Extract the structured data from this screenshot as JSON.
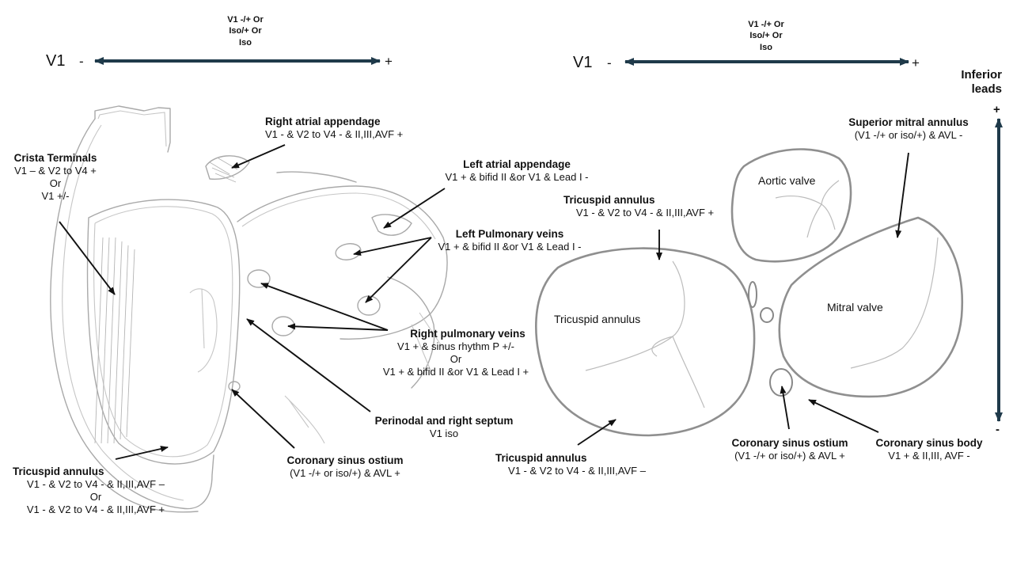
{
  "left_diagram": {
    "axis": {
      "lead_label": "V1",
      "minus_sign": "-",
      "plus_sign": "+",
      "center_note": [
        "V1 -/+ Or",
        "Iso/+ Or",
        "Iso"
      ]
    },
    "labels": {
      "right_atrial_appendage": {
        "title": "Right atrial appendage",
        "lines": [
          "V1 - & V2 to V4 - &  II,III,AVF +"
        ]
      },
      "crista_terminals": {
        "title": "Crista Terminals",
        "lines": [
          "V1 – & V2 to V4 +",
          "Or",
          "V1 +/-"
        ]
      },
      "left_atrial_appendage": {
        "title": "Left atrial appendage",
        "lines": [
          "V1 + & bifid II &or V1 & Lead I -"
        ]
      },
      "left_pulmonary_veins": {
        "title": "Left Pulmonary veins",
        "lines": [
          "V1 + & bifid II &or V1 & Lead I -"
        ]
      },
      "right_pulmonary_veins": {
        "title": "Right pulmonary veins",
        "lines": [
          "V1 + & sinus rhythm P +/-",
          "Or",
          "V1 + & bifid II &or V1 & Lead I +"
        ]
      },
      "perinodal_right_septum": {
        "title": "Perinodal and right septum",
        "lines": [
          "V1 iso"
        ]
      },
      "coronary_sinus_ostium": {
        "title": "Coronary sinus ostium",
        "lines": [
          "(V1 -/+ or iso/+) & AVL +"
        ]
      },
      "tricuspid_annulus": {
        "title": "Tricuspid annulus",
        "lines": [
          "V1 - & V2 to V4 - &  II,III,AVF –",
          "Or",
          "V1 - & V2 to V4 - &  II,III,AVF +"
        ]
      }
    }
  },
  "right_diagram": {
    "axis": {
      "lead_label": "V1",
      "minus_sign": "-",
      "plus_sign": "+",
      "center_note": [
        "V1 -/+ Or",
        "Iso/+ Or",
        "Iso"
      ]
    },
    "vertical_axis": {
      "title_lines": [
        "Inferior",
        "leads"
      ],
      "plus_sign": "+",
      "minus_sign": "-"
    },
    "structures": {
      "aortic_valve": "Aortic valve",
      "tricuspid_annulus": "Tricuspid annulus",
      "mitral_valve": "Mitral valve"
    },
    "labels": {
      "superior_mitral_annulus": {
        "title": "Superior mitral annulus",
        "lines": [
          "(V1 -/+ or iso/+) & AVL -"
        ]
      },
      "tricuspid_annulus_top": {
        "title": "Tricuspid annulus",
        "lines": [
          "V1 - & V2 to V4 - &  II,III,AVF +"
        ]
      },
      "tricuspid_annulus_bottom": {
        "title": "Tricuspid annulus",
        "lines": [
          "V1 - & V2 to V4 - &  II,III,AVF –"
        ]
      },
      "coronary_sinus_ostium": {
        "title": "Coronary sinus ostium",
        "lines": [
          "(V1 -/+ or iso/+) & AVL +"
        ]
      },
      "coronary_sinus_body": {
        "title": "Coronary sinus body",
        "lines": [
          "V1 + & II,III, AVF  -"
        ]
      }
    }
  },
  "colors": {
    "axis_arrow": "#1f3a4a",
    "sketch_line": "#a9a9a9",
    "pointer_arrow": "#111111"
  }
}
